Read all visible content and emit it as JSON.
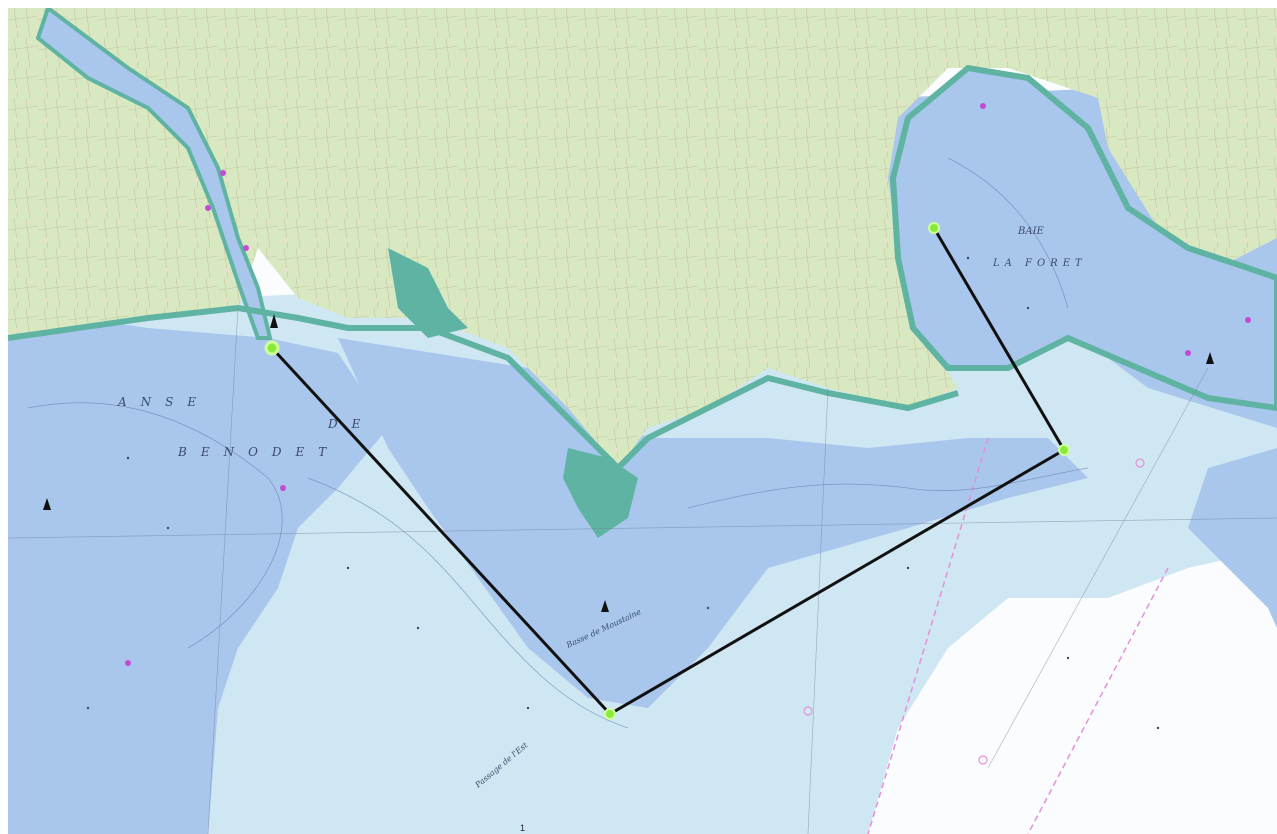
{
  "map": {
    "labels": {
      "anse": "ANSE",
      "de": "DE",
      "benodet": "BENODET",
      "baie": "BAIE",
      "la_foret": "LA FORET",
      "chenal": "Passage de l'Est",
      "moutons": "Basse de Moustaine"
    },
    "scale_mark": "1",
    "colors": {
      "land_green": "#c9e3b2",
      "land_beige": "#efe7d2",
      "shallow_teal": "#5fb3a2",
      "sea_mid": "#a9c7ec",
      "sea_light": "#cfe7f3",
      "deep_white": "#fbfcfd",
      "route": "#111111",
      "waypoint": "#8aea3c",
      "pink_line": "#e58fd8"
    },
    "icons": [
      "buoy-icon",
      "lighthouse-icon",
      "anchor-icon"
    ]
  }
}
